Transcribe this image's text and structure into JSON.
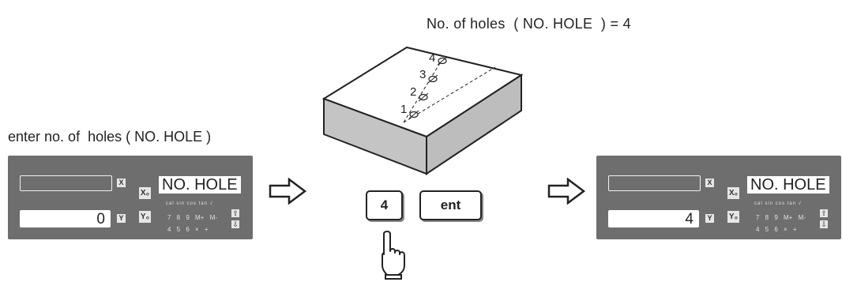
{
  "title": "No. of holes  ( NO. HOLE  ) = 4",
  "caption": "enter no. of  holes ( NO. HOLE )",
  "hole_labels": [
    "1",
    "2",
    "3",
    "4"
  ],
  "keys": {
    "digit": "4",
    "enter": "ent"
  },
  "panel_before": {
    "message": "NO. HOLE",
    "y_value": "0",
    "x_label": "X",
    "y_label": "Y",
    "x0_label": "X₀",
    "y0_label": "Y₀",
    "func_row": "cal sin cos tan √",
    "digit_row1": "7 8 9 M+ M-",
    "digit_row2": "4 5 6 × +"
  },
  "panel_after": {
    "message": "NO. HOLE",
    "y_value": "4",
    "x_label": "X",
    "y_label": "Y",
    "x0_label": "X₀",
    "y0_label": "Y₀",
    "func_row": "cal sin cos tan √",
    "digit_row1": "7 8 9 M+ M-",
    "digit_row2": "4 5 6 × +"
  },
  "colors": {
    "panel": "#6e6e6e",
    "block_side": "#c8c8c8",
    "block_top": "#ffffff"
  }
}
